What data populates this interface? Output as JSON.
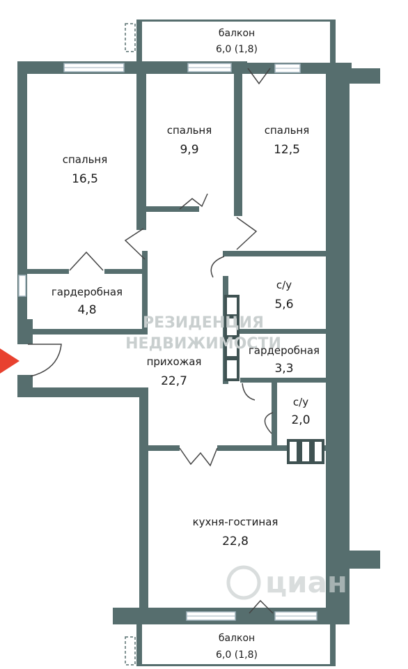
{
  "rooms": {
    "balcony_top": {
      "name": "балкон",
      "area": "6,0 (1,8)"
    },
    "bedroom_1": {
      "name": "спальня",
      "area": "16,5"
    },
    "bedroom_2": {
      "name": "спальня",
      "area": "9,9"
    },
    "bedroom_3": {
      "name": "спальня",
      "area": "12,5"
    },
    "wardrobe_1": {
      "name": "гардеробная",
      "area": "4,8"
    },
    "bathroom_1": {
      "name": "с/у",
      "area": "5,6"
    },
    "wardrobe_2": {
      "name": "гардеробная",
      "area": "3,3"
    },
    "hallway": {
      "name": "прихожая",
      "area": "22,7"
    },
    "bathroom_2": {
      "name": "с/у",
      "area": "2,0"
    },
    "kitchen_living": {
      "name": "кухня-гостиная",
      "area": "22,8"
    },
    "balcony_bottom": {
      "name": "балкон",
      "area": "6,0 (1,8)"
    }
  },
  "watermark": {
    "line1": "РЕЗИДЕНЦИЯ",
    "line2": "НЕДВИЖИМОСТИ",
    "logo": "циан"
  },
  "colors": {
    "wall": "#566e6e",
    "wall_dark": "#3f5252",
    "window": "#ffffff",
    "window_frame": "#9fb2bc",
    "door_line": "#444444",
    "entrance_arrow": "#e8412f",
    "watermark": "#c9cfcf"
  },
  "icons": {
    "entrance": "entrance-arrow-icon",
    "logo": "cian-logo-icon"
  }
}
